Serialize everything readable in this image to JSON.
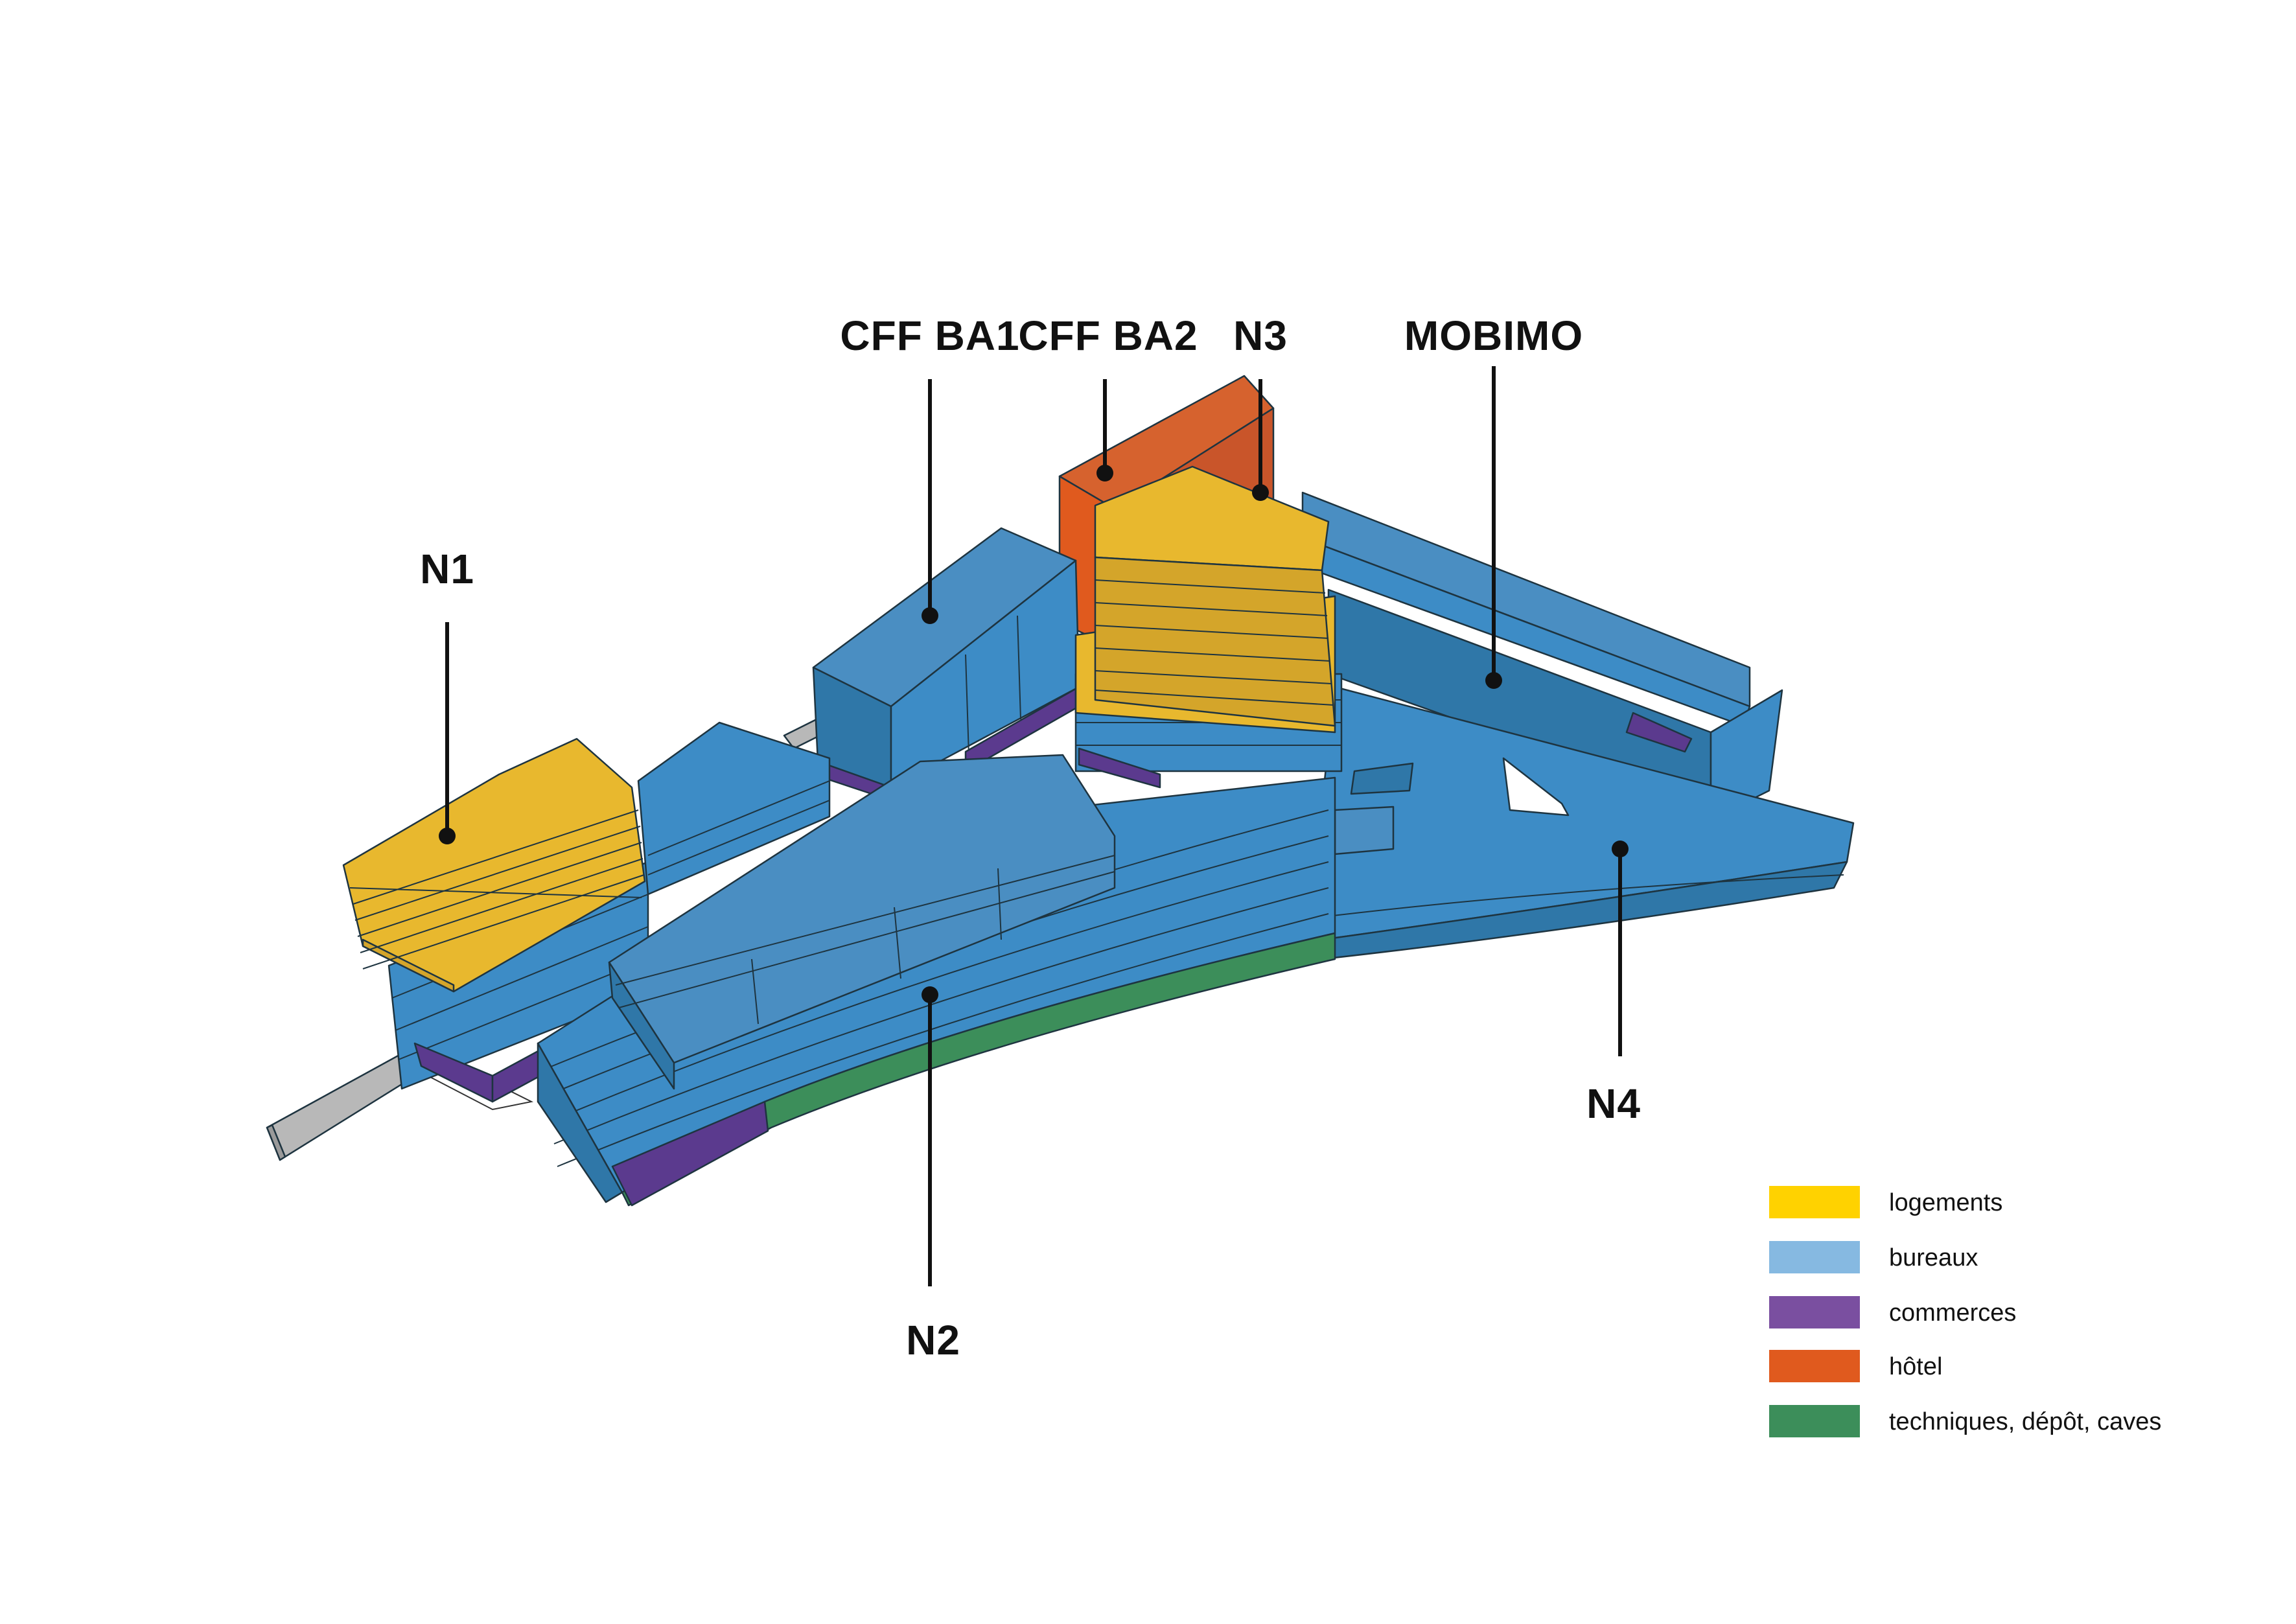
{
  "buildings": [
    {
      "id": "N1",
      "label": "N1",
      "use": "logements"
    },
    {
      "id": "CFF_BA1",
      "label": "CFF BA1",
      "use": "bureaux"
    },
    {
      "id": "CFF_BA2",
      "label": "CFF BA2",
      "use": "hôtel"
    },
    {
      "id": "N3",
      "label": "N3",
      "use": "logements"
    },
    {
      "id": "MOBIMO",
      "label": "MOBIMO",
      "use": "bureaux"
    },
    {
      "id": "N2",
      "label": "N2",
      "use": "bureaux"
    },
    {
      "id": "N4",
      "label": "N4",
      "use": "bureaux"
    }
  ],
  "legend": [
    {
      "key": "logements",
      "label": "logements",
      "color": "#FFD200"
    },
    {
      "key": "bureaux",
      "label": "bureaux",
      "color": "#86B9E1"
    },
    {
      "key": "commerces",
      "label": "commerces",
      "color": "#7A4FA0"
    },
    {
      "key": "hotel",
      "label": "hôtel",
      "color": "#E05A1E"
    },
    {
      "key": "techniques",
      "label": "techniques, dépôt, caves",
      "color": "#3C8E5A"
    }
  ],
  "colors": {
    "office_top": "#4A8EC2",
    "office_side": "#3D8CC6",
    "office_dark": "#2F77A8",
    "housing": "#E8B82E",
    "housing_dark": "#D4A52A",
    "hotel": "#D6622E",
    "retail": "#5B3A8E",
    "service": "#3C8E5A",
    "ground": "#B8B8B8"
  }
}
